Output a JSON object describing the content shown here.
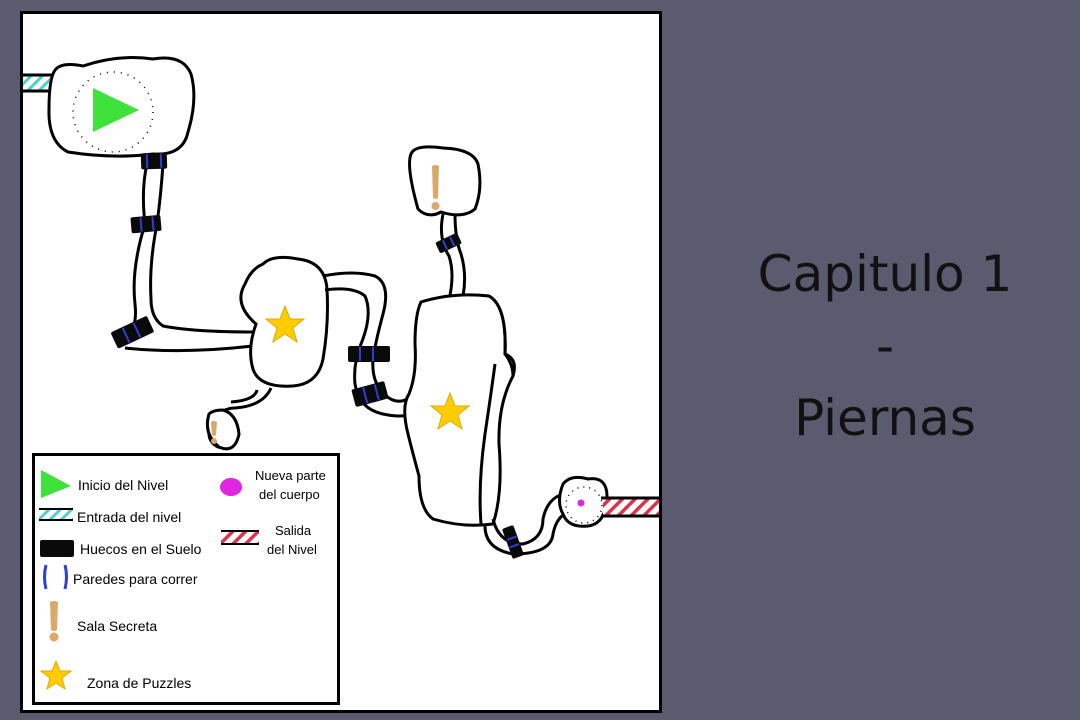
{
  "slide": {
    "title_line1": "Capitulo 1",
    "title_line2": "-",
    "title_line3": "Piernas",
    "background_color": "#5b5b6f"
  },
  "map": {
    "rooms": [
      {
        "id": "start-room",
        "marker": "start-triangle-icon"
      },
      {
        "id": "corridor-room-puzzle-left",
        "marker": "puzzle-star-icon"
      },
      {
        "id": "secret-room-top",
        "marker": "secret-exclamation-icon"
      },
      {
        "id": "secret-room-small",
        "marker": "secret-exclamation-icon"
      },
      {
        "id": "central-room-puzzle",
        "marker": "puzzle-star-icon"
      },
      {
        "id": "exit-room",
        "marker": "body-part-dot-icon"
      }
    ],
    "colors": {
      "start": "#3fe23a",
      "entrance_stripes": "#4fd0d0",
      "gap": "#0a0a0a",
      "run_wall": "#2e3fd6",
      "secret": "#d9a86a",
      "star": "#ffcc00",
      "body_part": "#e026e0",
      "exit_stripes": "#e0304a"
    }
  },
  "legend": {
    "items": [
      {
        "label": "Inicio del Nivel",
        "icon": "green-triangle-icon"
      },
      {
        "label": "Entrada del nivel",
        "icon": "cyan-striped-bar-icon"
      },
      {
        "label": "Huecos en el Suelo",
        "icon": "black-bar-icon"
      },
      {
        "label": "Paredes para correr",
        "icon": "blue-lines-icon"
      },
      {
        "label": "Sala Secreta",
        "icon": "tan-exclamation-icon"
      },
      {
        "label": "Zona de Puzzles",
        "icon": "yellow-star-icon"
      },
      {
        "label_line1": "Nueva parte",
        "label_line2": "del cuerpo",
        "icon": "magenta-blob-icon"
      },
      {
        "label_line1": "Salida",
        "label_line2": "del Nivel",
        "icon": "red-striped-bar-icon"
      }
    ]
  }
}
